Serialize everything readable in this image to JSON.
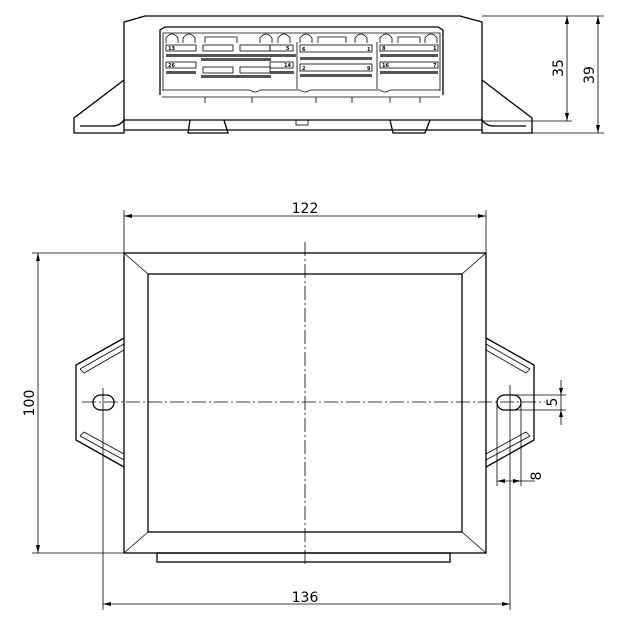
{
  "dimensions": {
    "height_inner": "35",
    "height_total": "39",
    "width_body": "122",
    "depth_body": "100",
    "width_mount": "136",
    "slot_height": "5",
    "slot_width": "8"
  },
  "connector_pins": {
    "a_top_left": "13",
    "a_top_right": "5",
    "a_bottom_left": "26",
    "a_bottom_right": "14",
    "b_top_left": "6",
    "b_top_right": "1",
    "b_bottom_left": "2",
    "b_bottom_right": "9",
    "c_top_left": "8",
    "c_top_right": "1",
    "c_bottom_left": "16",
    "c_bottom_right": "7"
  }
}
